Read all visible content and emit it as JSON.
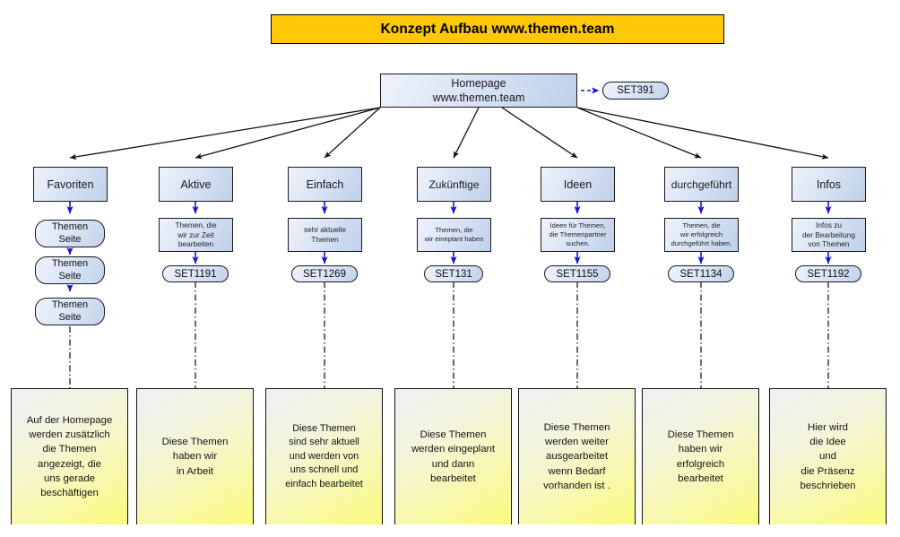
{
  "title": {
    "text": "Konzept Aufbau www.themen.team",
    "bg": "#FFC907"
  },
  "root": {
    "line1": "Homepage",
    "line2": "www.themen.team",
    "side_tag": "SET391"
  },
  "palette": {
    "node_fill_light": "#eef2fa",
    "node_fill_dark": "#bfd0ea",
    "note_fill_top": "#eef1f3",
    "note_fill_bottom": "#fbfb7e",
    "arrow_blue": "#1414d2",
    "connector_black": "#141414"
  },
  "columns": [
    {
      "category": "Favoriten",
      "chain": [
        "Themen\nSeite",
        "Themen\nSeite",
        "Themen\nSeite"
      ],
      "note": "Auf der Homepage\nwerden zusätzlich\ndie Themen\nangezeigt, die\nuns gerade\nbeschäftigen"
    },
    {
      "category": "Aktive",
      "description": "Themen, die\nwir zur Zeit\nbearbeiten",
      "set": "SET1191",
      "note": "Diese Themen\nhaben wir\nin Arbeit"
    },
    {
      "category": "Einfach",
      "description": "sehr aktuelle\nThemen",
      "set": "SET1269",
      "note": "Diese Themen\nsind sehr aktuell\nund werden von\nuns schnell und\neinfach  bearbeitet"
    },
    {
      "category": "Zukünftige",
      "description": "Themen, die\nwir eineplant haben",
      "set": "SET131",
      "note": "Diese Themen\nwerden eingeplant\nund dann\nbearbeitet"
    },
    {
      "category": "Ideen",
      "description": "Ideen für Themen,\ndie Themenpartner\nsuchen.",
      "set": "SET1155",
      "note": "Diese Themen\nwerden weiter\nausgearbeitet\nwenn Bedarf\nvorhanden ist ."
    },
    {
      "category": "durchgeführt",
      "description": "Themen, die\nwir erfolgreich\ndurchgeführt haben.",
      "set": "SET1134",
      "note": "Diese Themen\nhaben wir\nerfolgreich\nbearbeitet"
    },
    {
      "category": "Infos",
      "description": "Infos zu\nder Bearbeitung\nvon Themen",
      "set": "SET1192",
      "note": "Hier wird\ndie Idee\nund\ndie Präsenz\nbeschrieben"
    }
  ]
}
